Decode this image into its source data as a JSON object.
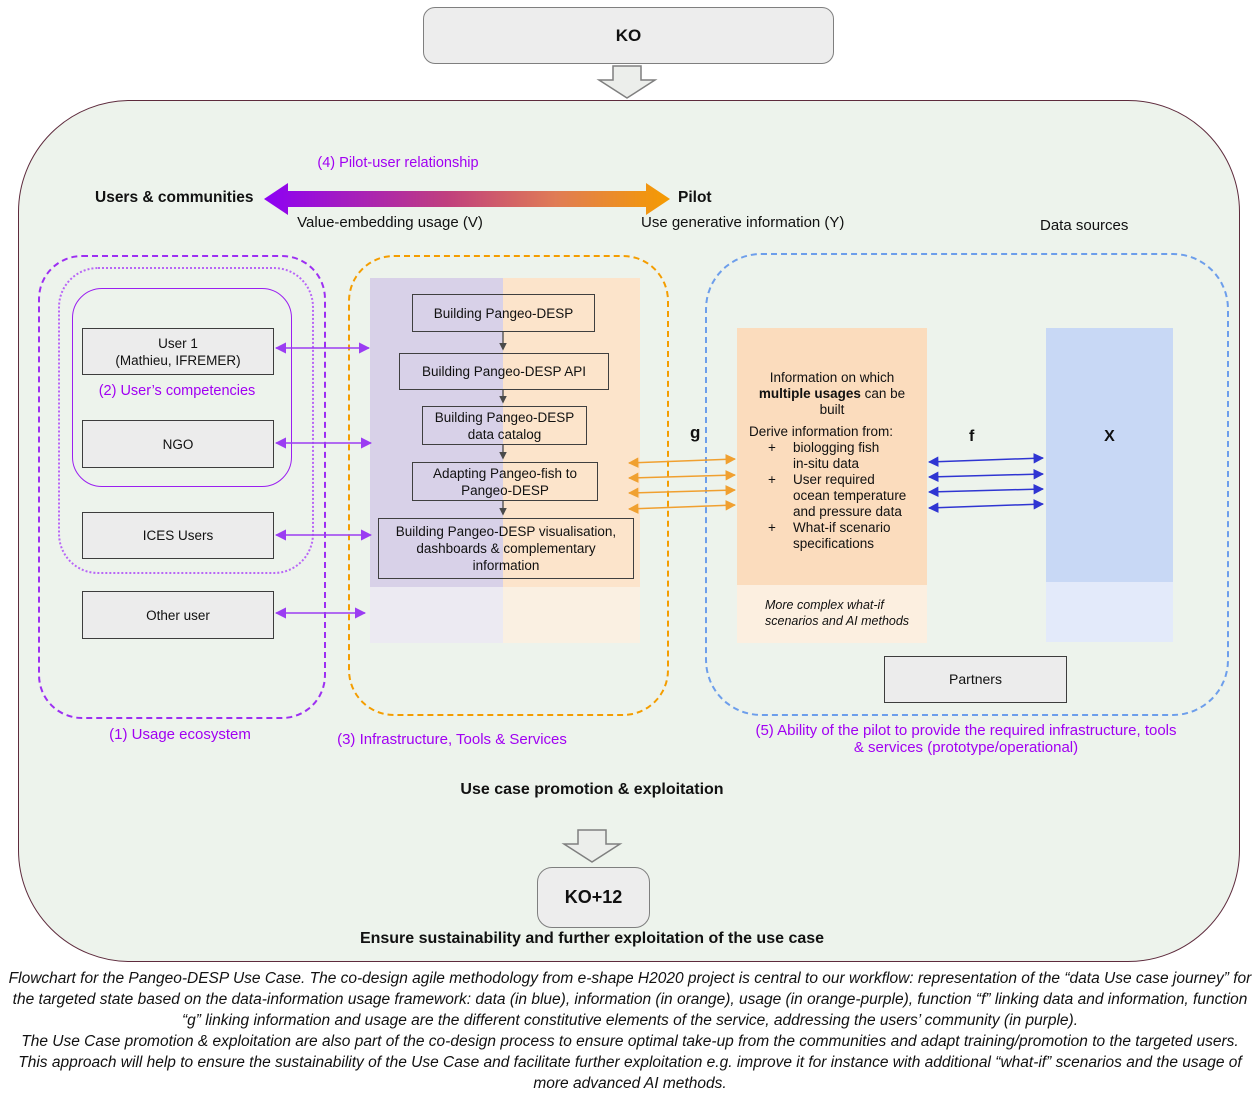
{
  "colors": {
    "frame_border": "#5e2b3d",
    "frame_fill": "#edf3ec",
    "purple_accent": "#a100f2",
    "orange_accent": "#f49d00",
    "blue_dash": "#6d9eeb",
    "arrow_purple": "#9b3df2",
    "arrow_orange": "#f0a030",
    "arrow_blue": "#2f35d2",
    "usage_purple_fill": "#d8d1e8",
    "usage_orange_fill": "#fce4cb",
    "information_fill": "#fbdcbd",
    "data_fill": "#c8d8f5"
  },
  "timeline": {
    "start_label": "KO",
    "end_label": "KO+12"
  },
  "header": {
    "users_communities": "Users & communities",
    "relationship_label": "(4) Pilot-user relationship",
    "value_embedding": "Value-embedding usage (V)",
    "pilot": "Pilot",
    "use_generative": "Use generative information (Y)",
    "data_sources": "Data sources"
  },
  "left": {
    "region_label": "(1) Usage ecosystem",
    "competencies_label": "(2) User’s competencies",
    "boxes": [
      "User 1\n(Mathieu, IFREMER)",
      "NGO",
      "ICES Users",
      "Other user"
    ]
  },
  "middle": {
    "region_label": "(3) Infrastructure, Tools & Services",
    "steps": [
      "Building Pangeo-DESP",
      "Building Pangeo-DESP API",
      "Building Pangeo-DESP\ndata catalog",
      "Adapting Pangeo-fish to\nPangeo-DESP",
      "Building Pangeo-DESP visualisation,\ndashboards & complementary\ninformation"
    ]
  },
  "right": {
    "region_label": "(5) Ability of the pilot to provide the required infrastructure, tools\n& services (prototype/operational)",
    "info_pre": "Information on which ",
    "info_bold": "multiple usages",
    "info_post": " can be built",
    "derive_label": "Derive information from:",
    "bullet": "+",
    "derive_items": [
      "biologging fish\nin-situ data",
      "User required\nocean temperature\nand pressure data",
      "What-if scenario\nspecifications"
    ],
    "more_complex": "More complex what-if\nscenarios and AI methods",
    "partners_label": "Partners",
    "data_label": "X"
  },
  "functions": {
    "g_label": "g",
    "f_label": "f"
  },
  "bottom": {
    "promotion": "Use case promotion & exploitation",
    "ensure": "Ensure sustainability and further exploitation of the use case"
  },
  "caption": {
    "p1": "Flowchart for the Pangeo-DESP Use Case. The  co-design agile methodology from e-shape H2020 project is central to our workflow: representation of the “data Use case journey” for the targeted state based on the data-information usage framework: data (in blue), information (in orange), usage (in orange-purple), function “f” linking data and information, function “g” linking information and usage are the different constitutive elements of the service, addressing the users’ community (in purple).",
    "p2": "The Use Case promotion & exploitation are also part of the co-design process to ensure optimal take-up from the communities and adapt training/promotion to the targeted users.",
    "p3": "This approach will help to ensure the sustainability of the Use Case and facilitate further exploitation e.g. improve it for instance with additional “what-if” scenarios and the usage of more advanced AI methods."
  }
}
